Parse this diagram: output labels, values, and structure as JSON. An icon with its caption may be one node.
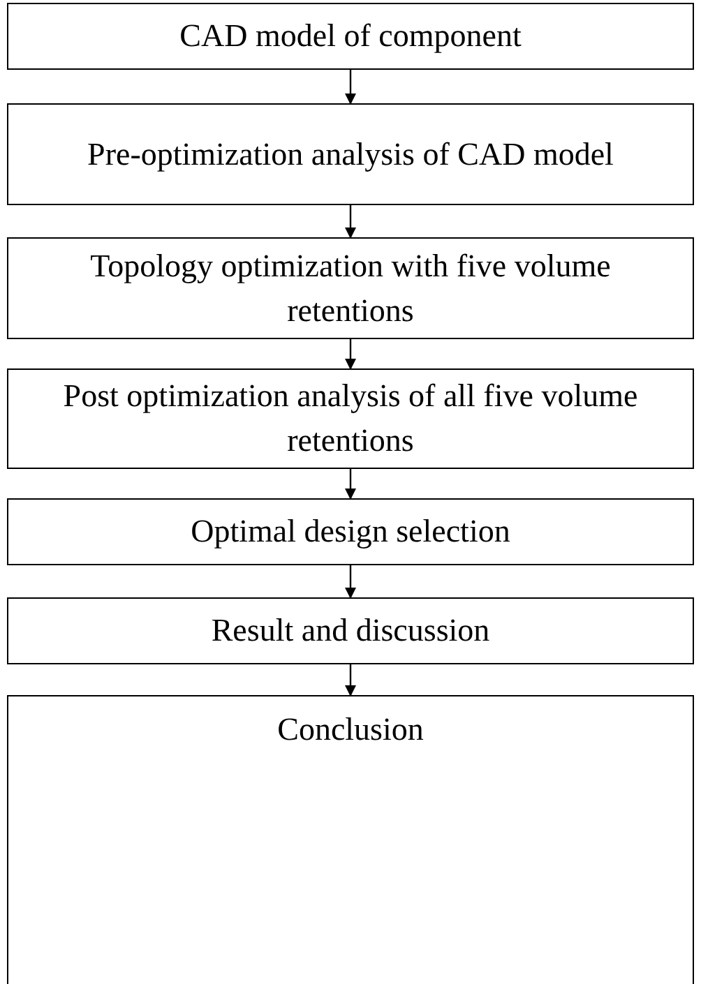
{
  "diagram": {
    "nodes": [
      {
        "text": [
          "CAD model of component"
        ]
      },
      {
        "text": [
          "Pre-optimization analysis of CAD model"
        ]
      },
      {
        "text": [
          "Topology optimization with five volume retentions"
        ]
      },
      {
        "text": [
          "Post optimization analysis of all five volume retentions"
        ]
      },
      {
        "text": [
          "Optimal design selection"
        ]
      },
      {
        "text": [
          "Result and discussion"
        ]
      },
      {
        "text": [
          "Conclusion"
        ]
      }
    ],
    "edges": [
      {
        "from": 0,
        "to": 1,
        "arrow": "to"
      },
      {
        "from": 1,
        "to": 2,
        "arrow": "to"
      },
      {
        "from": 2,
        "to": 3,
        "arrow": "to"
      },
      {
        "from": 3,
        "to": 4,
        "arrow": "to"
      },
      {
        "from": 4,
        "to": 5,
        "arrow": "to"
      },
      {
        "from": 5,
        "to": 6,
        "arrow": "to"
      }
    ]
  }
}
